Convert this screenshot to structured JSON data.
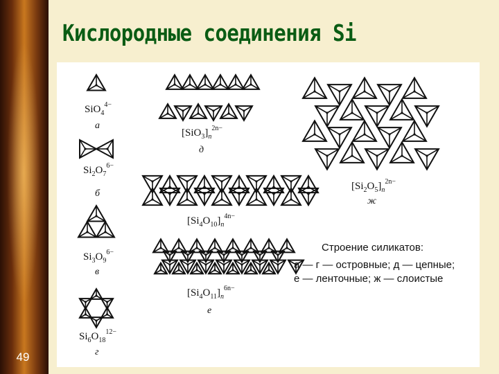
{
  "slide": {
    "title": "Кислородные соединения Si",
    "number": "49"
  },
  "figure": {
    "items": [
      {
        "formula": "SiO",
        "sub": "4",
        "sup": "4−",
        "letter": "а"
      },
      {
        "formula": "Si",
        "sub": "2",
        "tail": "O",
        "sub2": "7",
        "sup": "6−",
        "letter": "б"
      },
      {
        "formula": "Si",
        "sub": "3",
        "tail": "O",
        "sub2": "9",
        "sup": "6−",
        "letter": "в"
      },
      {
        "formula": "Si",
        "sub": "6",
        "tail": "O",
        "sub2": "18",
        "sup": "12−",
        "letter": "г"
      },
      {
        "formula": "[SiO",
        "sub": "3",
        "tail": "]",
        "sub2": "n",
        "sup": "2n−",
        "letter": "д"
      },
      {
        "formula": "[Si",
        "sub": "4",
        "tail": "O",
        "sub2": "10",
        "tail2": "]",
        "sub3": "n",
        "sup": "4n−",
        "letter": ""
      },
      {
        "formula": "[Si",
        "sub": "4",
        "tail": "O",
        "sub2": "11",
        "tail2": "]",
        "sub3": "n",
        "sup": "6n−",
        "letter": "е"
      },
      {
        "formula": "[Si",
        "sub": "2",
        "tail": "O",
        "sub2": "5",
        "tail2": "]",
        "sub3": "n",
        "sup": "2n−",
        "letter": "ж"
      }
    ],
    "caption": {
      "heading": "Строение силикатов:",
      "line1": "а — г — островные;  д — цепные;",
      "line2": "е — ленточные;  ж — слоистые"
    }
  }
}
